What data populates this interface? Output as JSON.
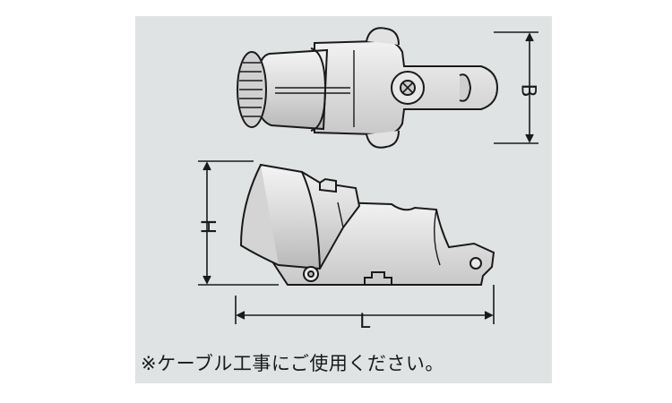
{
  "dimensions": {
    "b_label": "B",
    "h_label": "H",
    "l_label": "L"
  },
  "caption": "※ケーブル工事にご使用ください。",
  "colors": {
    "panel_background": "#dfe3e3",
    "part_fill": "#e6e6e6",
    "part_shadow": "#bcbcbc",
    "line": "#1a1a1a"
  }
}
